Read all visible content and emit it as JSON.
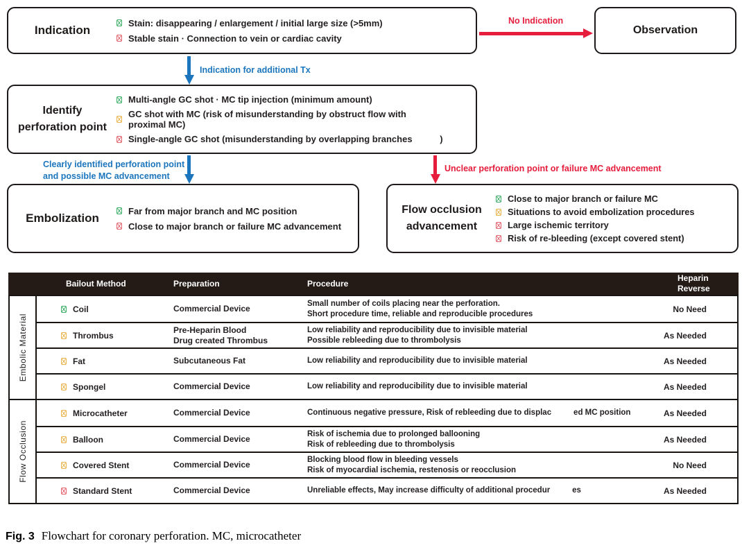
{
  "colors": {
    "blue": "#1b76bd",
    "red": "#e61d3c",
    "green": "#3fae68",
    "yellow": "#e8b44a",
    "pink": "#e3616d",
    "header_bg": "#241b17"
  },
  "flowchart": {
    "box_indication": {
      "title": "Indication",
      "items": [
        {
          "icon": "green",
          "text": "Stain: disappearing / enlargement / initial large size (>5mm)"
        },
        {
          "icon": "red",
          "text": "Stable stain · Connection to vein or cardiac cavity"
        }
      ]
    },
    "arrow_no_indication": {
      "label": "No Indication"
    },
    "box_observation": {
      "title": "Observation"
    },
    "arrow_additional_tx": {
      "label": "Indication for additional Tx"
    },
    "box_identify": {
      "title_line1": "Identify",
      "title_line2": "perforation point",
      "items": [
        {
          "icon": "green",
          "text": "Multi-angle GC shot · MC tip injection (minimum amount)"
        },
        {
          "icon": "yellow",
          "text": "GC shot with MC (risk of misunderstanding by obstruct flow with             proximal MC)"
        },
        {
          "icon": "red",
          "text": "Single-angle GC shot (misunderstanding by overlapping branches           )"
        }
      ]
    },
    "arrow_clear": {
      "label_line1": "Clearly identified perforation point",
      "label_line2": "and possible MC advancement"
    },
    "arrow_unclear": {
      "label": "Unclear perforation point or failure MC advancement"
    },
    "box_embolization": {
      "title": "Embolization",
      "items": [
        {
          "icon": "green",
          "text": "Far from major branch and MC position"
        },
        {
          "icon": "red",
          "text": "Close to major branch or failure MC advancement"
        }
      ]
    },
    "box_flow_occlusion": {
      "title_line1": "Flow occlusion",
      "title_line2": "advancement",
      "items": [
        {
          "icon": "green",
          "text": "Close to major branch or failure MC"
        },
        {
          "icon": "yellow",
          "text": "Situations to avoid embolization procedures"
        },
        {
          "icon": "red",
          "text": "Large ischemic territory"
        },
        {
          "icon": "red",
          "text": "Risk of re-bleeding (except covered stent)"
        }
      ]
    }
  },
  "table": {
    "headers": {
      "method": "Bailout Method",
      "preparation": "Preparation",
      "procedure": "Procedure",
      "heparin_line1": "Heparin",
      "heparin_line2": "Reverse"
    },
    "groups": [
      {
        "label": "Embolic Material",
        "rows": [
          {
            "icon": "green",
            "method": "Coil",
            "preparation": [
              "Commercial Device"
            ],
            "procedure": [
              "Small number of coils placing near the perforation.",
              "Short procedure time, reliable and reproducible procedures"
            ],
            "heparin": "No Need"
          },
          {
            "icon": "yellow",
            "method": "Thrombus",
            "preparation": [
              "Pre-Heparin Blood",
              "Drug created Thrombus"
            ],
            "procedure": [
              "Low reliability and reproducibility due to invisible material",
              "Possible rebleeding due to thrombolysis"
            ],
            "heparin": "As Needed"
          },
          {
            "icon": "yellow",
            "method": "Fat",
            "preparation": [
              "Subcutaneous Fat"
            ],
            "procedure": [
              "Low reliability and reproducibility due to invisible material"
            ],
            "heparin": "As Needed"
          },
          {
            "icon": "yellow",
            "method": "Spongel",
            "preparation": [
              "Commercial Device"
            ],
            "procedure": [
              "Low reliability and reproducibility due to invisible material"
            ],
            "heparin": "As Needed"
          }
        ]
      },
      {
        "label": "Flow Occlusion",
        "rows": [
          {
            "icon": "yellow",
            "method": "Microcatheter",
            "preparation": [
              "Commercial Device"
            ],
            "procedure": [
              "Continuous negative pressure, Risk of rebleeding due to displac          ed MC position"
            ],
            "heparin": "As Needed"
          },
          {
            "icon": "yellow",
            "method": "Balloon",
            "preparation": [
              "Commercial Device"
            ],
            "procedure": [
              "Risk of ischemia due to prolonged ballooning",
              "Risk of rebleeding due to thrombolysis"
            ],
            "heparin": "As Needed"
          },
          {
            "icon": "yellow",
            "method": "Covered Stent",
            "preparation": [
              "Commercial Device"
            ],
            "procedure": [
              "Blocking blood flow in bleeding vessels",
              "Risk of myocardial ischemia, restenosis or reocclusion"
            ],
            "heparin": "No Need"
          },
          {
            "icon": "red",
            "method": "Standard Stent",
            "preparation": [
              "Commercial Device"
            ],
            "procedure": [
              "Unreliable effects, May increase difficulty of additional procedur          es"
            ],
            "heparin": "As Needed"
          }
        ]
      }
    ]
  },
  "caption": {
    "tag": "Fig. 3",
    "text": "Flowchart for coronary perforation. MC, microcatheter"
  }
}
